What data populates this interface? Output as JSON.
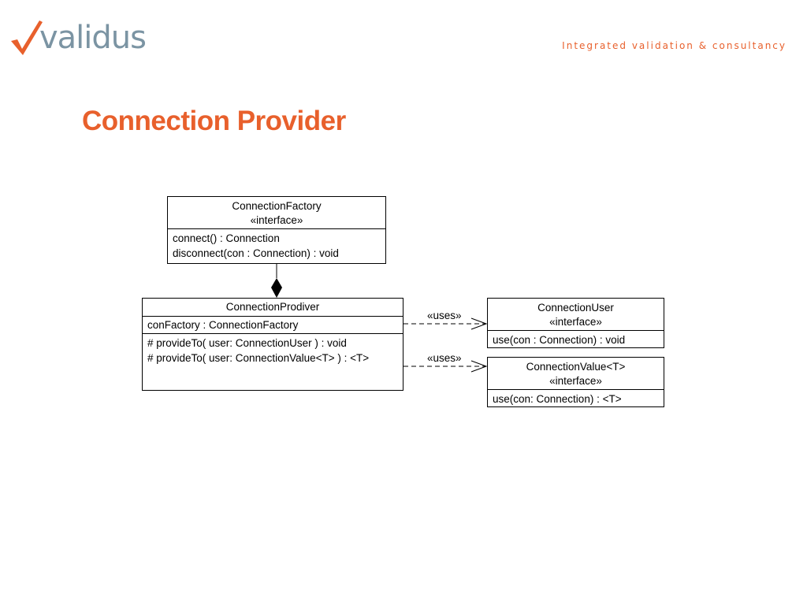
{
  "header": {
    "logo_text": "validus",
    "logo_icon": "checkmark-logo-icon",
    "tagline": "Integrated validation & consultancy",
    "brand_color": "#e8602c",
    "logo_text_color": "#7b94a3"
  },
  "slide": {
    "title": "Connection Provider"
  },
  "diagram": {
    "connection_factory": {
      "name": "ConnectionFactory",
      "stereotype": "«interface»",
      "operations": [
        "connect() : Connection",
        "disconnect(con : Connection) : void"
      ]
    },
    "connection_provider": {
      "name": "ConnectionProdiver",
      "attributes": [
        "conFactory : ConnectionFactory"
      ],
      "operations": [
        "# provideTo( user: ConnectionUser ) : void",
        "# provideTo( user: ConnectionValue<T> ) : <T>"
      ]
    },
    "connection_user": {
      "name": "ConnectionUser",
      "stereotype": "«interface»",
      "operations": [
        "use(con : Connection) : void"
      ]
    },
    "connection_value": {
      "name": "ConnectionValue<T>",
      "stereotype": "«interface»",
      "operations": [
        "use(con: Connection) : <T>"
      ]
    },
    "relations": {
      "uses_user_label": "«uses»",
      "uses_value_label": "«uses»",
      "composition": "composition-diamond-icon",
      "dependency_arrow": "open-arrow-icon"
    }
  }
}
